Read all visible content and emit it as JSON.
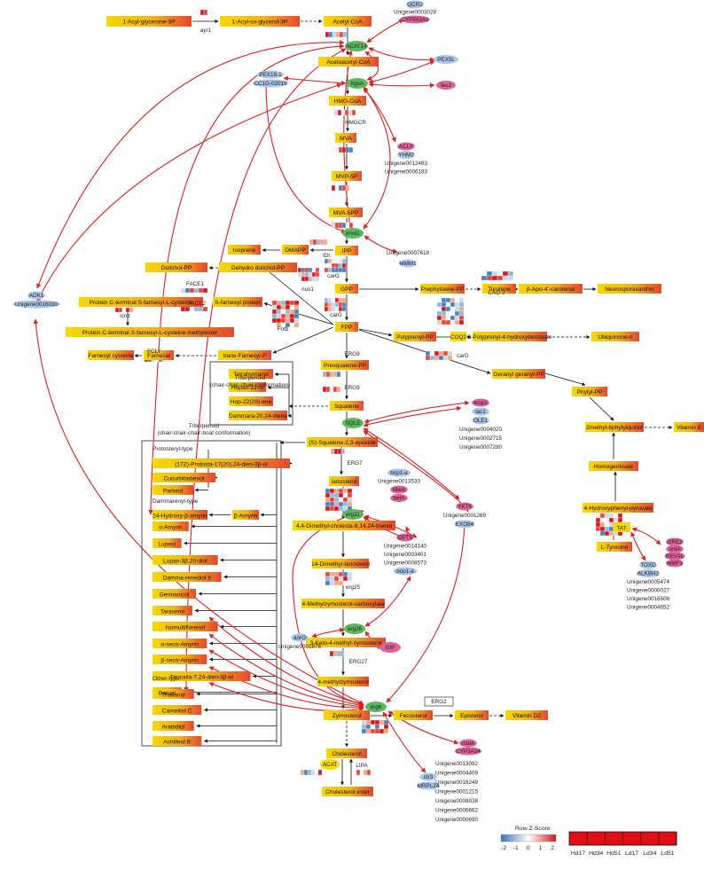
{
  "metabolites": {
    "acylglycerone": "1-Acyl-glycerone-3P",
    "acylglycerol": "1-Acyl-sn-glycerol-3P",
    "acetylcoa": "Acetyl-CoA",
    "acetoacetylcoa": "Acetoacetyl-CoA",
    "hmgcoa": "HMG-CoA",
    "mva": "MVA",
    "mvp5p": "MVP-5P",
    "mva5pp": "MVA-5PP",
    "ipp": "IPP",
    "dmapp": "DMAPP",
    "isoprene": "Isoprene",
    "dolichol": "Dolichol-PP",
    "dehydrodolichol": "Dehydro dolichol-PP",
    "gpp": "GPP",
    "prephytoene": "Prephytoene-PP",
    "torulene": "Torulene",
    "apocarotenal": "β-Apo-4'-carotenal",
    "neurosporaxanthin": "Neurosporaxanthin",
    "pcfarnesylcys": "Protein C-terminal S-farnesyl-L-cysteine",
    "sfarnesylprotein": "S-farnesyl protein",
    "pcfarnesylmethyl": "Protein C-terminal S-farnesyl-L-cysteine methylester",
    "fpp": "FPP",
    "farnesylcys": "Farnesyl cysteine",
    "farnesal": "Farnesal",
    "transfarnesyl": "trans-Farnesyl-P",
    "polyprenylpp": "Polyprenyl-PP",
    "polyprenylhb": "3-Polyprenyl-4-hydroxybenzoate",
    "ubiquinone": "Ubiquinone-n",
    "presqualene": "Presqualene-PP",
    "ggpp": "Geranyl geranyl-PP",
    "tetrahymanol": "Tetrahymanol",
    "hopan22": "Hopan-22-ol",
    "hop22ene": "Hop-22(29)-ene",
    "dammara": "Dammara-20,24-diene",
    "squalene": "Squalene",
    "phytylpp": "Phytyl-PP",
    "epoxide": "(S)-Squalene-2,3-epoxide",
    "methylphytylquinol": "2methyl-6phytylquinol",
    "vitamine": "Vitamin E",
    "lanosterol": "lanosterol",
    "homogentisate": "Homogentisate",
    "dimethylcholesta": "4,4-Dimethyl-cholesta-8,14,24-trienol",
    "hydroxyphenylpyruvate": "4-Hydroxyphenyl-pyruvate",
    "dimethyllanosterol": "14-Dimethyl-lanosterol",
    "ltyrosine": "L-Tyrosine",
    "methylzymosterolcarb": "4-Methylzymosterol-carboxylate",
    "ketomethyl": "3-Keto-4-methyl-zymosterol",
    "methylzymosterol": "4-methylzymosterol",
    "zymosterol": "Zymosterol",
    "fecosterol": "Fecosterol",
    "episterol": "Episterol",
    "vitamind2": "Vitamin D2",
    "cholesterol": "Cholesterol",
    "cholesterolester": "Cholesterol ester"
  },
  "triterpenoid_box1": {
    "title_line1": "Triterpenoid",
    "title_line2": "(chair-chair-chair conformation)"
  },
  "triterpenoid_box2": {
    "title_line1": "Triterpenoid",
    "title_line2": "(chair-chair-chair-boat conformation)",
    "protosteryl_heading": "Protosteryl-type",
    "dammarenyl_heading": "Dammarenyl-type",
    "other_heading": "Other-type",
    "protosteryl": [
      "(17Z)-Protosta-17(20),24-dien-3β-ol",
      "Cucurbitadienol",
      "Parkeol"
    ],
    "dammarenyl_hydroxy": "24-Hydroxy-β-amyrin",
    "beta_amyrin": "β-Amyrin",
    "dammarenyl": [
      "α-Amyrin",
      "Lupeol",
      "Lupan-3β,20-diol",
      "Damma-renediol II",
      "Germanicol",
      "Taraxerol",
      "Isomultiflorenol",
      "α-seco-Amyrin",
      "β-seco-Amyrin",
      "Tirucalla-7,24-dien-3β-ol",
      "Baruol"
    ],
    "other": [
      "Thalianol",
      "Camelliol C",
      "Arabidiol",
      "Achilleol B"
    ]
  },
  "enzyme_labels": {
    "ayr1": "ayr1",
    "hmgcr": "HMGCR",
    "idi": "IDI",
    "nus1": "nus1",
    "carg1": "carG",
    "carg2": "carG",
    "carg3": "carG",
    "cao2": "CAO-2",
    "face1": "FACE1",
    "face2": "FACE2",
    "icmt": "icmt",
    "fntb": "Fntb",
    "fcly": "FCLY",
    "erg9a": "ERG9",
    "erg9b": "ERG9",
    "erg7": "ERG7",
    "erg25": "erg25",
    "erg27": "ERG27",
    "erg2": "ERG2",
    "lipa": "LIPA",
    "coq2": "COQ2",
    "tat": "TAT"
  },
  "gene_nodes": {
    "acat14": "ACAT14",
    "hgsa": "hgsA",
    "mvd1": "mvd1",
    "sqle": "SQLE",
    "erg11": "erg11",
    "erg26": "erg26",
    "erg6": "erg6",
    "acat": "ACAT",
    "tat_node": "TAT"
  },
  "gene_clusters": {
    "qcr2": [
      "QCR2",
      "Unigene0003028",
      "CYP503A1"
    ],
    "pex5l": "PEX5L",
    "pex19": [
      "PEX19-1",
      "CC1G-02019"
    ],
    "fes2": "fes2",
    "acly": [
      "ACLY",
      "YHM2",
      "Unigene0012483",
      "Unigene0006183"
    ],
    "unigene7618": [
      "Unigene0007618",
      "MMM1"
    ],
    "aok1": [
      "AOK1",
      "Unigene0016030"
    ],
    "lac1": [
      "msp1",
      "lac1",
      "OLE1",
      "Unigene0004020",
      "Unigene0002715",
      "Unigene0007280"
    ],
    "bop1": [
      "bop1-a",
      "Unigene0013533",
      "Mark",
      "betA"
    ],
    "opt5": [
      "OPT5",
      "Unigene0014140",
      "Unigene0003401",
      "Unigene0008573",
      "bop1-a"
    ],
    "ykt6": [
      "YKT6",
      "Unigene0001269",
      "EXO84"
    ],
    "aoro": [
      "aorO",
      "Unigene0001876"
    ],
    "gip": "GIP",
    "gre2": [
      "GRE2",
      "ordA",
      "REV3L",
      "MMF1"
    ],
    "toxd": [
      "TOXD",
      "ALKBH2",
      "Unigene0005474",
      "Unigene0000027",
      "Unigene0016506",
      "Unigene0004652"
    ],
    "mala": [
      "malA",
      "CYP3A24"
    ],
    "ctr3": [
      "ctr3",
      "MRPL24"
    ],
    "unigenes_bottom": [
      "Unigene0013092",
      "Unigene0004409",
      "Unigene0016249",
      "Unigene0001215",
      "Unigene0008038",
      "Unigene0006662",
      "Unigene0000690"
    ]
  },
  "legend": {
    "title": "Row Z-Score",
    "ticks": [
      "-2",
      "-1",
      "0",
      "1",
      "2"
    ],
    "samples": [
      "Hd17",
      "Hd34",
      "Hd51",
      "Ld17",
      "Ld34",
      "Ld51"
    ]
  },
  "colors": {
    "metabolite_start": "#f5d400",
    "metabolite_end": "#e8542a",
    "gene_green": "#5cb85c",
    "gene_pink": "#e0609a",
    "gene_blue": "#a9c6e8",
    "edge_red": "#e02020",
    "heat_red": "#d7191c",
    "heat_blue": "#4a7fc1"
  }
}
